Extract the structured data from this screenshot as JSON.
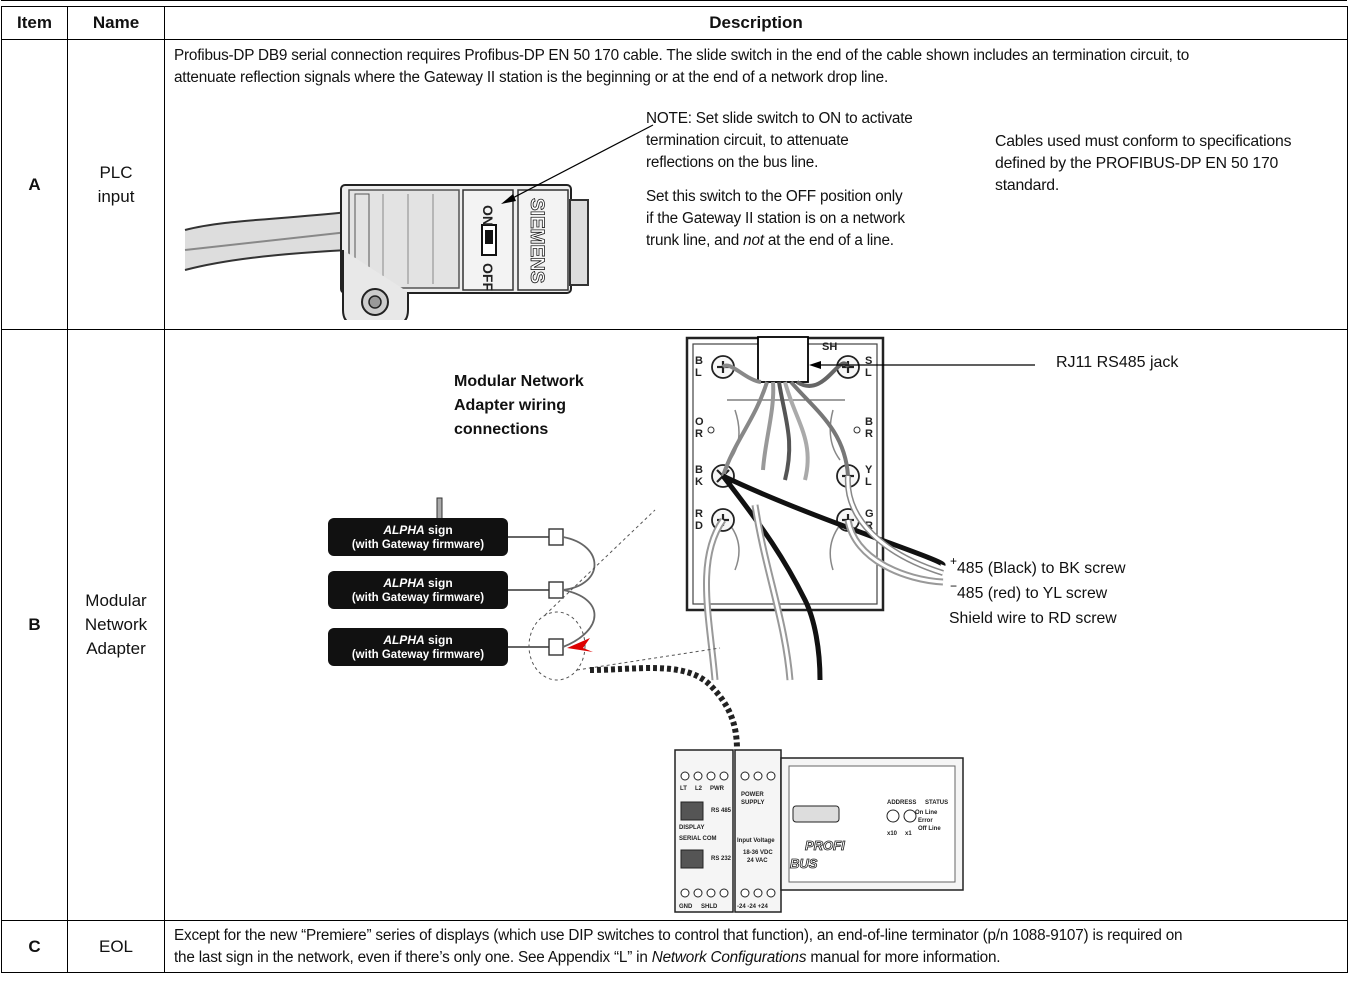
{
  "table": {
    "headers": {
      "item": "Item",
      "name": "Name",
      "description": "Description"
    },
    "rows": [
      {
        "item": "A",
        "name_line1": "PLC",
        "name_line2": "input",
        "intro_line1": "Profibus-DP DB9 serial connection requires Profibus-DP EN 50 170 cable. The slide switch in the end of the cable shown includes an termination circuit, to",
        "intro_line2": "attenuate reflection signals where the Gateway II station is the beginning or at the end of a network drop line.",
        "note_lines": [
          "NOTE: Set slide switch to ON to activate",
          "termination circuit, to attenuate",
          "reflections on the bus line."
        ],
        "off_lines": [
          "Set this switch to the OFF position only",
          "if the Gateway II station is on a network"
        ],
        "off_line3_pre": "trunk line, and ",
        "off_line3_em": "not",
        "off_line3_post": " at the end of a line.",
        "cable_lines": [
          "Cables used must conform to specifications",
          "defined by the PROFIBUS-DP EN 50 170",
          "standard."
        ],
        "connector": {
          "on": "ON",
          "off": "OFF",
          "brand": "SIEMENS"
        }
      },
      {
        "item": "B",
        "name_lines": [
          "Modular",
          "Network",
          "Adapter"
        ],
        "wiring_title": [
          "Modular Network",
          "Adapter wiring",
          "connections"
        ],
        "jack_label": "RJ11 RS485 jack",
        "wire_plus": "485 (Black) to BK screw",
        "wire_minus": "485 (red) to YL screw",
        "wire_shield": "Shield wire to RD screw",
        "sign_brand": "ALPHA",
        "sign_word": " sign",
        "sign_sub": "(with Gateway firmware)",
        "terminal_labels": {
          "bl": [
            "B",
            "L"
          ],
          "sl": [
            "S",
            "L"
          ],
          "or": [
            "O",
            "R"
          ],
          "br": [
            "B",
            "R"
          ],
          "bk": [
            "B",
            "K"
          ],
          "yl": [
            "Y",
            "L"
          ],
          "rd": [
            "R",
            "D"
          ],
          "gr": [
            "G",
            "R"
          ],
          "sh": "SH"
        },
        "device": {
          "address": "ADDRESS",
          "status": "STATUS",
          "on_line": "On Line",
          "error": "Error",
          "off_line": "Off Line",
          "x10": "x10",
          "x1": "x1",
          "power_supply": [
            "POWER",
            "SUPPLY"
          ],
          "input_voltage": "Input Voltage",
          "volts": [
            "18-36 VDC",
            "24 VAC"
          ],
          "display": "DISPLAY",
          "serial_com": "SERIAL COM",
          "rs485": "RS 485",
          "rs232": "RS 232",
          "lt": "LT",
          "lt2": "L2",
          "pwr": "PWR",
          "gnd": "GND",
          "shld": "SHLD",
          "psu_bottom": "-24 -24 +24",
          "logo_top": "PROFI",
          "logo_bottom": "BUS"
        }
      },
      {
        "item": "C",
        "name": "EOL",
        "line1": "Except for the new “Premiere” series of displays (which use DIP switches to control that function), an end-of-line terminator (p/n 1088-9107) is required on",
        "line2_pre": "the last sign in the network, even if there’s only one. See Appendix “L” in ",
        "line2_em": "Network Configurations",
        "line2_post": " manual for more information."
      }
    ]
  }
}
